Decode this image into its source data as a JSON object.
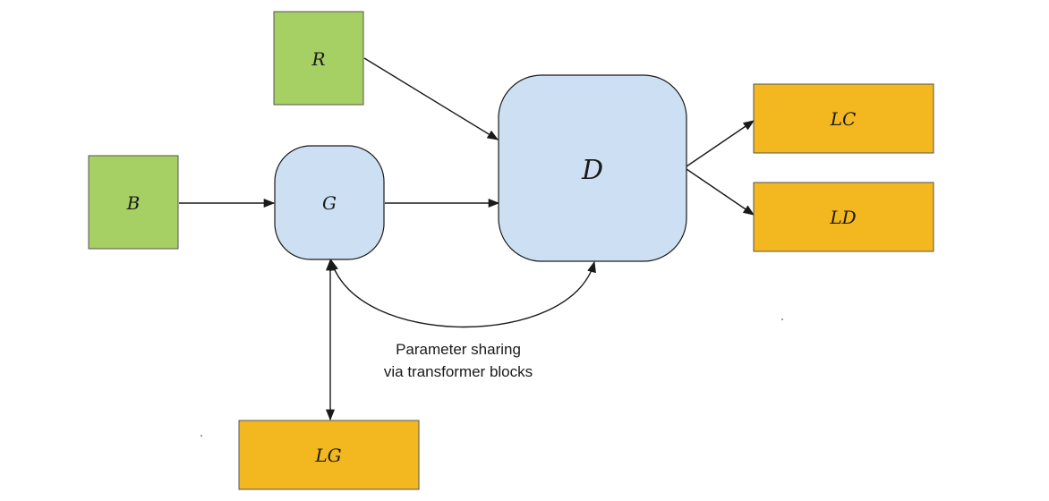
{
  "nodes": {
    "r": {
      "label": "R",
      "color": "#a6cf64"
    },
    "b": {
      "label": "B",
      "color": "#a6cf64"
    },
    "g": {
      "label": "G",
      "color": "#cde0f3"
    },
    "d": {
      "label": "D",
      "color": "#cde0f3"
    },
    "lc": {
      "label": "LC",
      "color": "#f3b71f"
    },
    "ld": {
      "label": "LD",
      "color": "#f3b71f"
    },
    "lg": {
      "label": "LG",
      "color": "#f3b71f"
    }
  },
  "annotation": {
    "line1": "Parameter sharing",
    "line2": "via transformer blocks"
  },
  "edges": [
    {
      "from": "B",
      "to": "G"
    },
    {
      "from": "G",
      "to": "D"
    },
    {
      "from": "R",
      "to": "D"
    },
    {
      "from": "D",
      "to": "LC"
    },
    {
      "from": "D",
      "to": "LD"
    },
    {
      "from": "G",
      "to": "LG",
      "bidirectional": true
    },
    {
      "from": "G",
      "to": "D",
      "bidirectional": true,
      "curved": true
    }
  ]
}
